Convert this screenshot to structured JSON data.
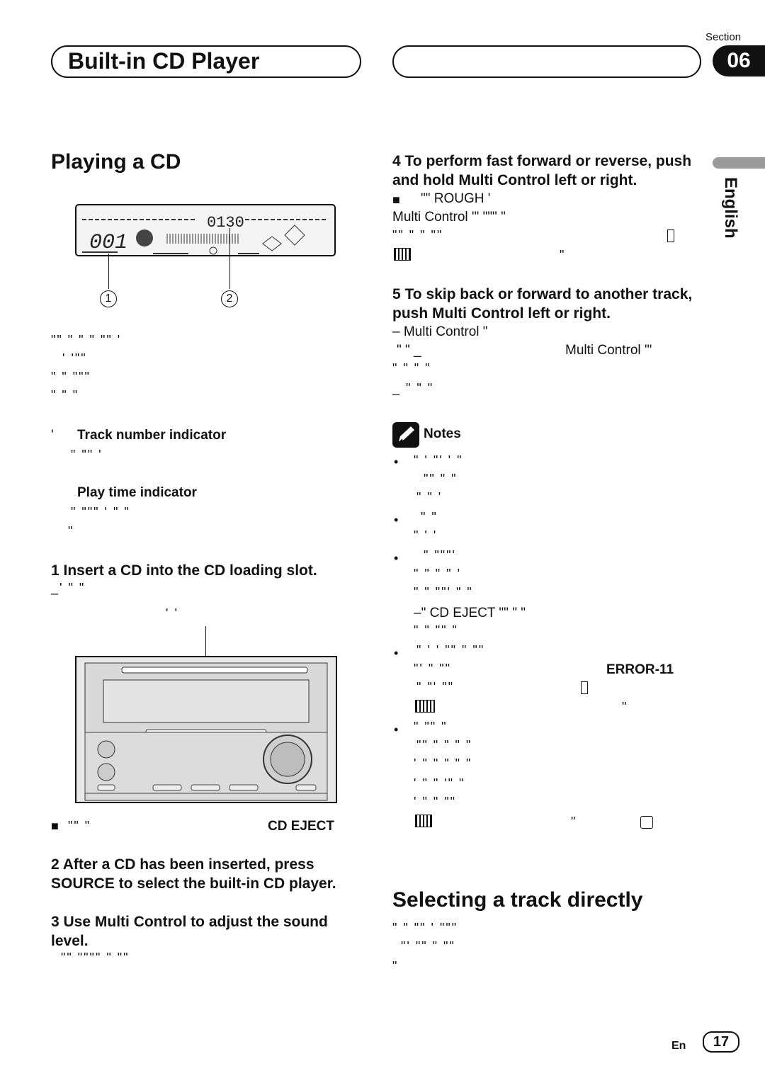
{
  "header": {
    "title": "Built-in CD Player",
    "section_label": "Section",
    "section_number": "06"
  },
  "side_tab": {
    "language": "English"
  },
  "left": {
    "heading": "Playing a CD",
    "display_callouts": [
      "1",
      "2"
    ],
    "intro_lines": [
      "\"\" \" \"  \" \"\"  '",
      "' '\"\"",
      "\"  \"  \"\"\"",
      "\" \" \""
    ],
    "callout_1_title": "Track number indicator",
    "callout_1_body": "\"  \"\" '",
    "callout_2_title": "Play time indicator",
    "callout_2_body": "\" \"\"\" ' \"  \"",
    "callout_2_body2": "\"",
    "step_1": "1   Insert a CD into the CD loading slot.",
    "step_1_sub": "_' \" \"",
    "step_1_sub2": "' '",
    "device_note_prefix": "\"\"   \"",
    "device_note_label": "CD EJECT",
    "step_2": "2   After a CD has been inserted, press SOURCE to select the built-in CD player.",
    "step_3": "3   Use Multi Control to adjust the sound level.",
    "step_3_sub": "\"\"  \"\"\"\" \" \"\""
  },
  "right": {
    "step_4": "4   To perform fast forward or reverse, push and hold Multi Control left or right.",
    "step_4_l1": "\"\"   ROUGH  '",
    "step_4_l2": "Multi Control '\"  \"\"\"  \"",
    "step_4_l3": "\"\"   \" \"  \"\"",
    "step_4_l4": "\"",
    "step_5": "5   To skip back or forward to another track, push Multi Control left or right.",
    "step_5_l1": "–          Multi Control   \"",
    "step_5_l2": "\" \"  _",
    "step_5_l2b": "Multi Control '\"",
    "step_5_l3": "\"   \"   \" \"",
    "step_5_l4": "_ \"   \" \"",
    "notes_title": "Notes",
    "notes": [
      [
        "\" '  \"' ' \"",
        "\"\"   \"   \"",
        "\" \" '"
      ],
      [
        "\"  \"",
        "\" ' '"
      ],
      [
        "\"  \"\"\"'",
        "\"  \"   \"  \"  '",
        "\"  \" \"\"' \"  \"",
        "–\"     CD EJECT  \"\" \"   \"",
        "\"   \" \"\" \""
      ],
      [
        "\" ' ' \"\" \"  \"\"",
        "\"' \" \"\"",
        "\" \"' \"\""
      ],
      [
        "\"     \"\" \"",
        "\"\" \" \"  \"  \"",
        "' \" \" \"  \"    \"",
        "' \" \"    '\" \"",
        "' \" \" \"\""
      ]
    ],
    "error_code": "ERROR-11",
    "heading_2": "Selecting a track directly",
    "sel_l1": "\"  \" \"\" '   \"\"\"",
    "sel_l2": "\"'  \"\"  \" \"\"",
    "sel_l3": "\""
  },
  "footer": {
    "lang_code": "En",
    "page": "17"
  },
  "lcd": {
    "time": "0130",
    "track": "001"
  }
}
